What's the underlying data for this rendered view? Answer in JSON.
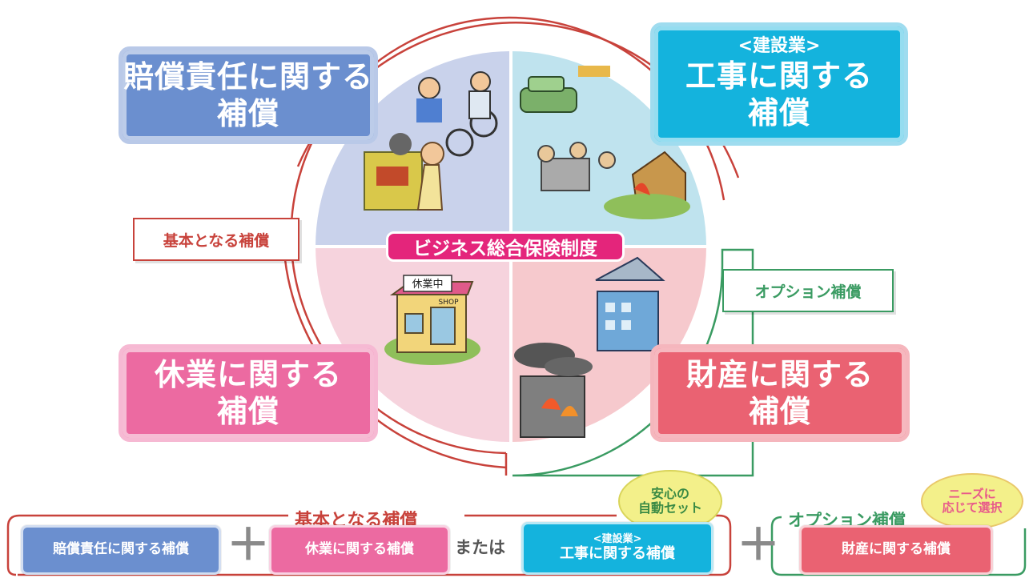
{
  "center_label": "ビジネス総合保険制度",
  "quadrants": {
    "liability": {
      "line1": "賠償責任に関する",
      "line2": "補償"
    },
    "construction": {
      "prefix": "<建設業>",
      "line1": "工事に関する",
      "line2": "補償"
    },
    "business": {
      "line1": "休業に関する",
      "line2": "補償"
    },
    "property": {
      "line1": "財産に関する",
      "line2": "補償"
    }
  },
  "tags": {
    "basic": "基本となる補償",
    "option": "オプション補償"
  },
  "illustrations": {
    "shop_sign": "休業中",
    "shop_label": "SHOP"
  },
  "bottom": {
    "basic_title": "基本となる補償",
    "option_title": "オプション補償",
    "bubble_safe": {
      "line1": "安心の",
      "line2": "自動セット"
    },
    "bubble_needs": {
      "line1": "ニーズに",
      "line2": "応じて選択"
    },
    "pill_liability": "賠償責任に関する補償",
    "pill_business": "休業に関する補償",
    "or_text": "または",
    "pill_construction": {
      "prefix": "<建設業>",
      "label": "工事に関する補償"
    },
    "pill_property": "財産に関する補償",
    "plus": "＋"
  },
  "colors": {
    "liability": "#6b8fcf",
    "construction": "#14b3dd",
    "business": "#ec6aa1",
    "property": "#ea6272",
    "basic_line": "#c8423b",
    "option_line": "#3a9b62",
    "center": "#e4257b"
  }
}
